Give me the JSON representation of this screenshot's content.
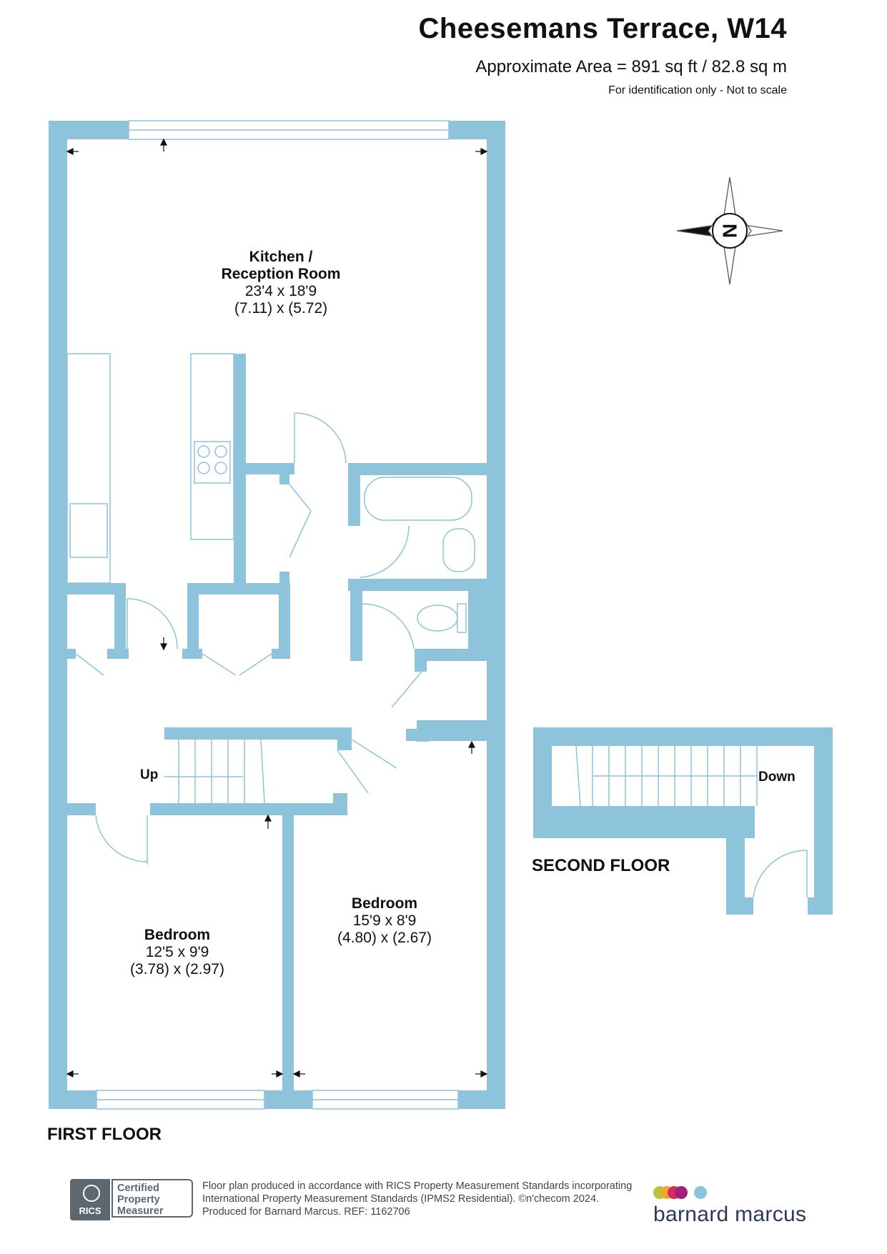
{
  "header": {
    "title": "Cheesemans Terrace, W14",
    "area": "Approximate Area = 891 sq ft / 82.8 sq m",
    "note": "For identification only - Not to scale"
  },
  "compass": {
    "letter": "N"
  },
  "rooms": {
    "kitchen": {
      "name_line1": "Kitchen /",
      "name_line2": "Reception Room",
      "imperial": "23'4 x 18'9",
      "metric": "(7.11) x (5.72)"
    },
    "bedroom_left": {
      "name": "Bedroom",
      "imperial": "12'5 x 9'9",
      "metric": "(3.78) x (2.97)"
    },
    "bedroom_right": {
      "name": "Bedroom",
      "imperial": "15'9 x 8'9",
      "metric": "(4.80) x (2.67)"
    }
  },
  "stairs": {
    "up_label": "Up",
    "down_label": "Down"
  },
  "floors": {
    "first": "FIRST FLOOR",
    "second": "SECOND FLOOR"
  },
  "footer": {
    "rics_brand": "RICS",
    "certified_line1": "Certified",
    "certified_line2": "Property",
    "certified_line3": "Measurer",
    "line1": "Floor plan produced in accordance with RICS Property Measurement Standards incorporating",
    "line2": "International Property Measurement Standards (IPMS2 Residential).  ©n'checom 2024.",
    "line3": "Produced for Barnard Marcus.    REF:  1162706",
    "brand": "barnard marcus"
  },
  "colors": {
    "wall": "#8dc3db",
    "text": "#111111",
    "brand_dots": [
      "#b7c640",
      "#f0a533",
      "#d9275f",
      "#a0207a",
      "#8dc3db"
    ]
  }
}
